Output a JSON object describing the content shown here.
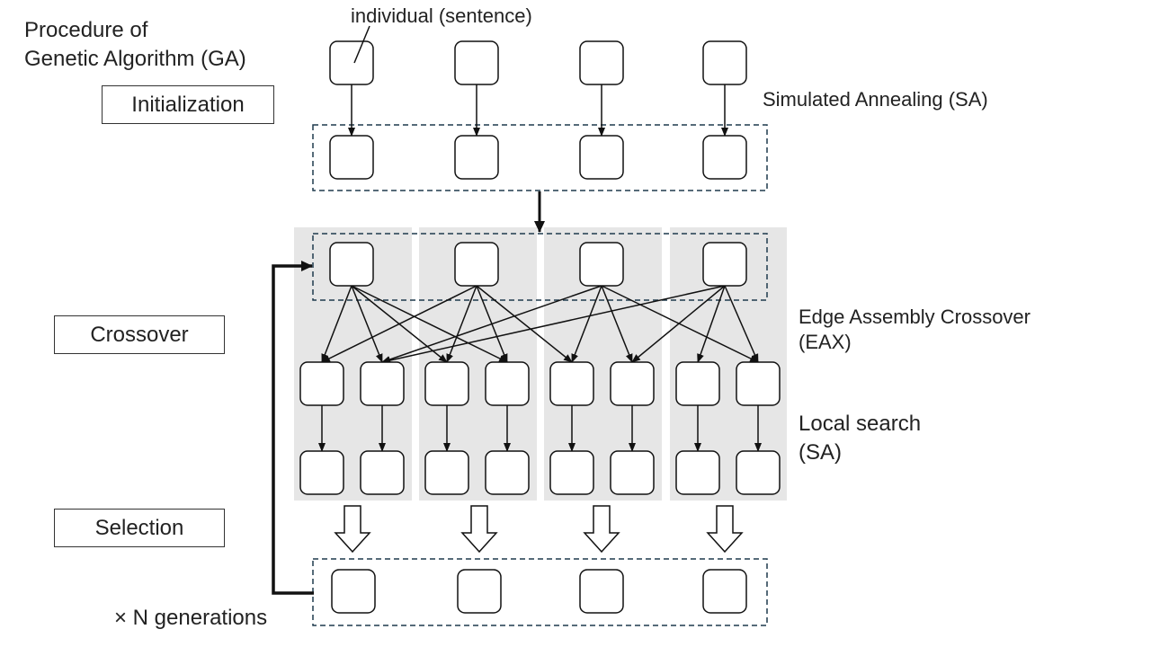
{
  "diagram": {
    "title_line1": "Procedure of",
    "title_line2": "Genetic Algorithm (GA)",
    "individual_label": "individual (sentence)",
    "steps": {
      "initialization": "Initialization",
      "crossover": "Crossover",
      "selection": "Selection"
    },
    "annotations": {
      "sa": "Simulated Annealing (SA)",
      "eax_line1": "Edge Assembly Crossover",
      "eax_line2": "(EAX)",
      "local_line1": "Local search",
      "local_line2": "(SA)"
    },
    "loop_label": "× N generations"
  },
  "colors": {
    "stroke": "#111111",
    "dashed_stroke": "#1f3a4d",
    "panel_fill": "#e6e6e6",
    "text": "#222222"
  }
}
